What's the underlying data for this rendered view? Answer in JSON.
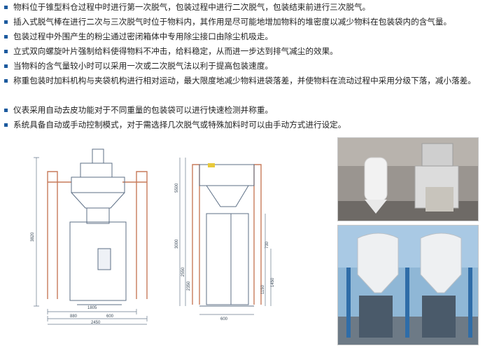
{
  "features": [
    "物料位于锥型料仓过程中时进行第一次脱气，包装过程中进行二次脱气，包装结束前进行三次脱气。",
    "插入式脱气棒在进行二次与三次脱气时位于物料内，其作用是尽可能地增加物料的堆密度以减少物料在包装袋内的含气量。",
    "包装过程中外围产生的粉尘通过密闭箱体中专用除尘接口由除尘机吸走。",
    "立式双向螺旋叶片强制给料使得物料不冲击，给料稳定，从而进一步达到排气减尘的效果。",
    "当物料的含气量较小时可以采用一次或二次脱气法以利于提高包装速度。",
    "称重包装时加料机构与夹袋机构进行相对运动，最大限度地减少物料进袋落差，并使物料在流动过程中采用分级下落，减小落差。",
    "仪表采用自动去皮功能对于不同重量的包装袋可以进行快速检测并称重。",
    "系统具备自动或手动控制模式，对于需选择几次脱气或特殊加料时可以由手动方式进行设定。"
  ],
  "drawing_front": {
    "dims": [
      "3820",
      "1805",
      "880",
      "600",
      "2450"
    ]
  },
  "drawing_side": {
    "dims": [
      "5500",
      "3000",
      "2550",
      "2350",
      "730",
      "1150",
      "1450",
      "600"
    ]
  },
  "colors": {
    "bullet": "#1c5a9e",
    "frame": "#c77a5a",
    "line": "#5d6f86"
  }
}
